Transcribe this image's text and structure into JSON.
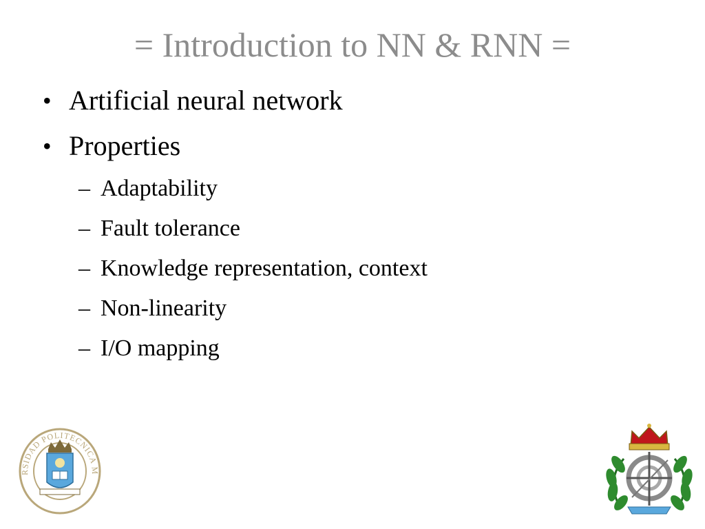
{
  "slide": {
    "title": "= Introduction to NN & RNN =",
    "bullets": [
      {
        "marker": "•",
        "text": "Artificial neural network"
      },
      {
        "marker": "•",
        "text": "Properties"
      }
    ],
    "sub_bullets": [
      {
        "marker": "–",
        "text": "Adaptability"
      },
      {
        "marker": "–",
        "text": "Fault tolerance"
      },
      {
        "marker": "–",
        "text": "Knowledge representation, context"
      },
      {
        "marker": "–",
        "text": "Non-linearity"
      },
      {
        "marker": "–",
        "text": "I/O mapping"
      }
    ]
  },
  "logos": {
    "left": {
      "icon": "university-seal-icon",
      "seal_text": "UNIVERSIDAD POLITECNICA MADRID"
    },
    "right": {
      "icon": "faculty-crest-icon"
    }
  },
  "colors": {
    "title": "#8c8c8c",
    "text": "#000000",
    "seal_ring": "#b9a77a",
    "seal_shield": "#5aa8dd",
    "crest_green": "#2e8b2e",
    "crest_crown_red": "#c0161c"
  }
}
